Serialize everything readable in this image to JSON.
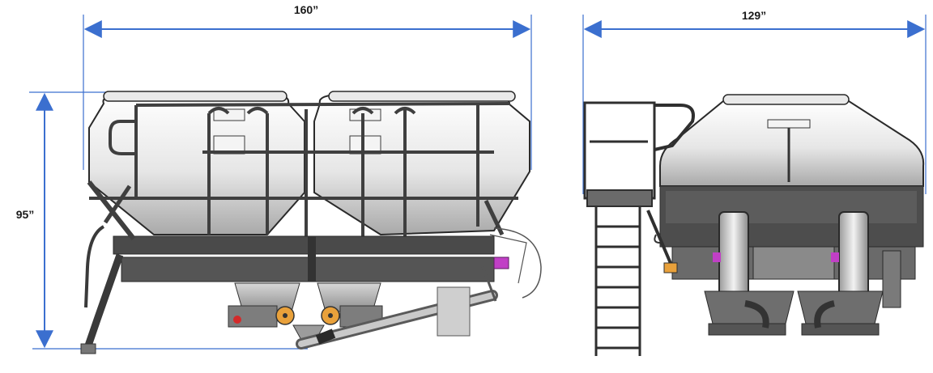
{
  "dimensions": {
    "side_width": "160”",
    "side_height": "95”",
    "end_width": "129”"
  },
  "colors": {
    "dimension_line": "#3b6fcf",
    "frame": "#3f3f3f",
    "tank_fill_light": "#f7f7f7",
    "tank_fill_dark": "#bdbdbd",
    "meter_orange": "#e9a13b",
    "valve_magenta": "#c13fc6",
    "red_fitting": "#d42a2a"
  }
}
